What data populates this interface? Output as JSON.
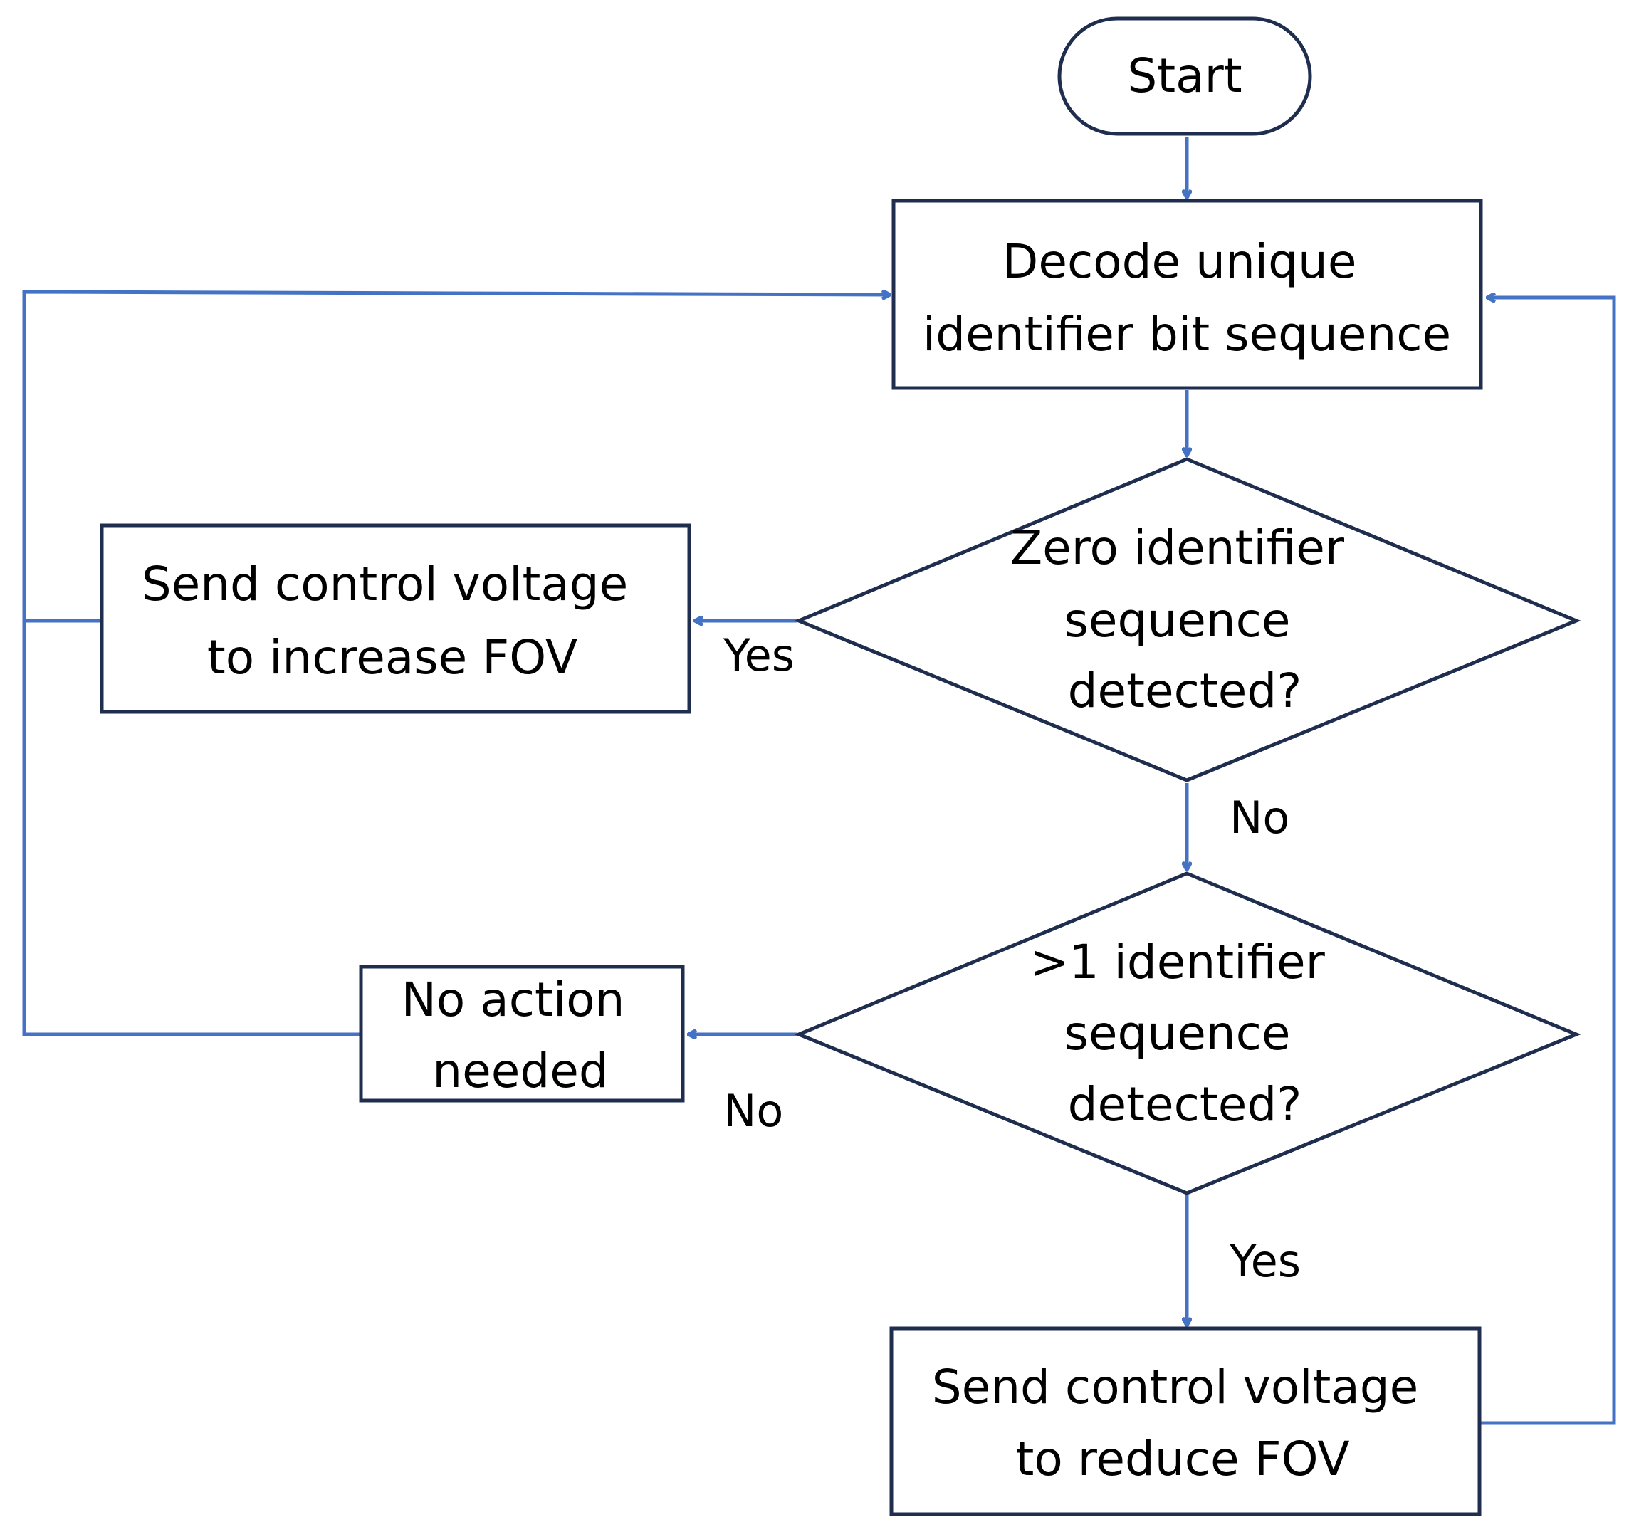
{
  "colors": {
    "node_border": "#1f2d4e",
    "connector": "#4472c4",
    "text": "#000000",
    "background": "#ffffff"
  },
  "nodes": {
    "start": "Start",
    "decode": [
      "Decode unique",
      "identifier bit sequence"
    ],
    "zero_check": [
      "Zero identifier",
      "sequence",
      "detected?"
    ],
    "increase_fov": [
      "Send control voltage",
      "to increase FOV"
    ],
    "multi_check": [
      ">1 identifier",
      "sequence",
      "detected?"
    ],
    "no_action": [
      "No action",
      "needed"
    ],
    "reduce_fov": [
      "Send control voltage",
      "to reduce FOV"
    ]
  },
  "edge_labels": {
    "zero_yes": "Yes",
    "zero_no": "No",
    "multi_no": "No",
    "multi_yes": "Yes"
  }
}
